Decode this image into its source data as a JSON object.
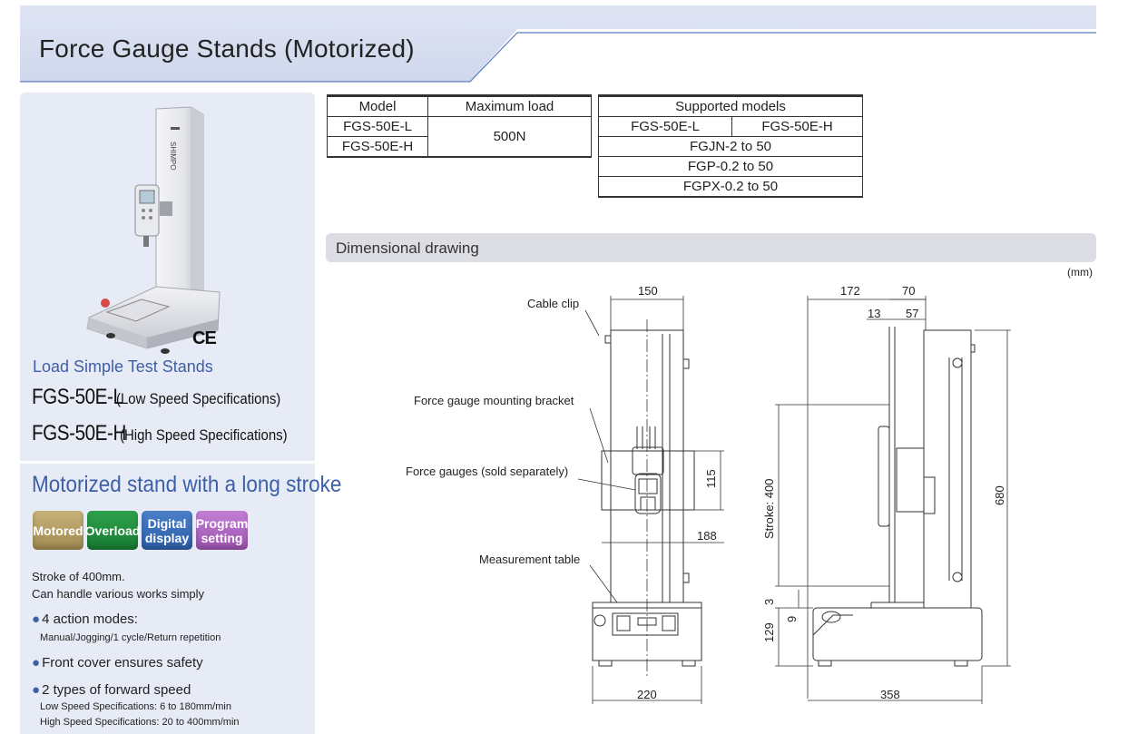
{
  "header": {
    "title": "Force Gauge Stands (Motorized)"
  },
  "left_panel": {
    "category": "Load Simple Test Stands",
    "models": [
      {
        "code": "FGS-50E-L",
        "spec": " (Low Speed Specifications)"
      },
      {
        "code": "FGS-50E-H",
        "spec": " (High Speed Specifications)"
      }
    ],
    "headline": "Motorized stand with a long stroke",
    "badges": [
      {
        "line1": "Motored",
        "line2": "",
        "color": "#b19c63"
      },
      {
        "line1": "Overload",
        "line2": "",
        "color": "#22913f"
      },
      {
        "line1": "Digital",
        "line2": "display",
        "color": "#3a6db8"
      },
      {
        "line1": "Program",
        "line2": "setting",
        "color": "#b069c3"
      }
    ],
    "stroke_line1": "Stroke of 400mm.",
    "stroke_line2": "Can handle various works simply",
    "features": [
      {
        "title": "4 action modes:",
        "details": [
          "Manual/Jogging/1 cycle/Return repetition"
        ]
      },
      {
        "title": "Front cover ensures safety",
        "details": []
      },
      {
        "title": "2 types of forward speed",
        "details": [
          "Low Speed Specifications: 6 to 180mm/min",
          "High Speed Specifications: 20 to 400mm/min"
        ]
      }
    ],
    "ce_mark": "CE",
    "photo_brand": "SHIMPO"
  },
  "model_table": {
    "headers": [
      "Model",
      "Maximum load"
    ],
    "rows": [
      "FGS-50E-L",
      "FGS-50E-H"
    ],
    "max_load": "500N"
  },
  "supported_table": {
    "header": "Supported models",
    "subheaders": [
      "FGS-50E-L",
      "FGS-50E-H"
    ],
    "rows": [
      "FGJN-2 to 50",
      "FGP-0.2 to 50",
      "FGPX-0.2 to 50"
    ]
  },
  "drawing": {
    "section_title": "Dimensional drawing",
    "unit": "(mm)",
    "labels": {
      "cable_clip": "Cable clip",
      "bracket": "Force gauge mounting bracket",
      "gauges": "Force gauges (sold separately)",
      "table": "Measurement table",
      "stroke": "Stroke: 400"
    },
    "dims": {
      "front_top_width": "150",
      "front_bracket_height": "115",
      "front_table_width": "188",
      "front_base_width": "220",
      "side_depth": "172",
      "side_column": "70",
      "side_small_a": "13",
      "side_small_b": "57",
      "side_height": "680",
      "side_gap": "3",
      "side_table_thick": "9",
      "side_base_height": "129",
      "side_total_depth": "358"
    },
    "colors": {
      "accent": "#3d5fa8",
      "panel": "#e7ebf6",
      "band": "#d3daee"
    }
  }
}
